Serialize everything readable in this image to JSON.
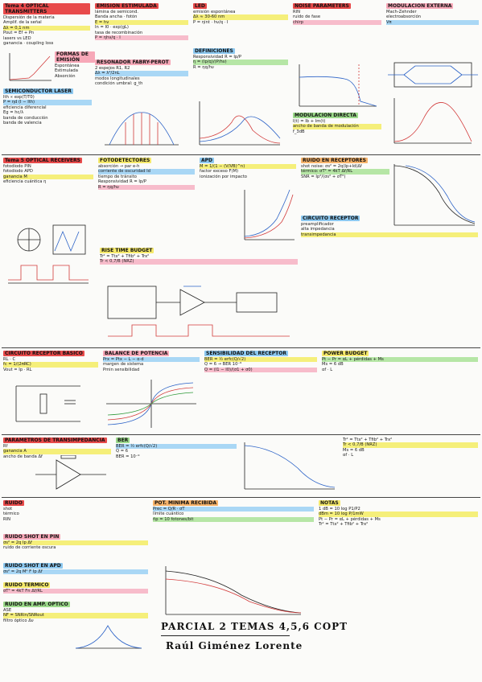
{
  "footer": {
    "line1": "PARCIAL 2 TEMAS 4,5,6 COPT",
    "line2": "Raúl Giménez Lorente"
  },
  "blocks": {
    "b01": {
      "title": "Tema 4 OPTICAL TRANSMITTERS",
      "lines": [
        "Dispersión de la materia",
        "Amplif. de la señal",
        "Δλ = 0,1 nm",
        "Pout = Ef + Pn",
        "lasers vs LED",
        "ganancia · coupling loss"
      ]
    },
    "b02": {
      "title": "EMISIÓN ESTIMULADA",
      "lines": [
        "lámina de semicond.",
        "Banda ancha · fotón",
        "E = hν",
        "In = I0 · exp(gL)",
        "tasa de recombinación",
        "P = ηhν/q · I"
      ]
    },
    "b03": {
      "title": "RESONADOR FABRY-PEROT",
      "lines": [
        "2 espejos R1, R2",
        "Δλ = λ²/2nL",
        "modos longitudinales",
        "condición umbral: g_th"
      ]
    },
    "b04": {
      "title": "SEMICONDUCTOR LASER",
      "lines": [
        "Ith ∝ exp(T/T0)",
        "P = ηd (I − Ith)",
        "eficiencia diferencial"
      ]
    },
    "b05": {
      "title": "BANDAS DE ENERGÍA",
      "lines": [
        "Eg = hc/λ",
        "banda de conducción",
        "banda de valencia"
      ]
    },
    "b06": {
      "title": "DEFINICIONES",
      "lines": [
        "Responsividad R = Ip/P",
        "η = (Ip/q)/(P/hν)",
        "R = ηq/hν"
      ]
    },
    "b07": {
      "title": "FORMAS DE EMISIÓN",
      "lines": [
        "Espontánea",
        "Estimulada",
        "Absorción"
      ]
    },
    "b08": {
      "title": "LED",
      "lines": [
        "emisión espontánea",
        "Δλ ≈ 30-60 nm",
        "P = ηint · hν/q · I"
      ]
    },
    "b09": {
      "title": "NOISE PARAMETERS",
      "lines": [
        "RIN",
        "ruido de fase",
        "chirp"
      ]
    },
    "b10": {
      "title": "Tema 5 OPTICAL RECEIVERS",
      "lines": [
        "fotodiodo PIN",
        "fotodiodo APD",
        "ganancia M",
        "eficiencia cuántica η"
      ]
    },
    "b11": {
      "title": "MODULACIÓN DIRECTA",
      "lines": [
        "I(t) = Ib + Im(t)",
        "ancho de banda de modulación",
        "f_3dB"
      ]
    },
    "b12": {
      "title": "RUIDO EN RECEPTORES",
      "lines": [
        "shot noise: σs² = 2q(Ip+Id)Δf",
        "térmico: σT² = 4kT Δf/RL",
        "SNR = Ip²/(σs² + σT²)"
      ]
    },
    "b13": {
      "title": "MODULACIÓN EXTERNA",
      "lines": [
        "Mach-Zehnder",
        "electroabsorción",
        "Vπ"
      ]
    },
    "b14": {
      "title": "FOTODETECTORES",
      "lines": [
        "absorción → par e-h",
        "corriente de oscuridad Id",
        "tiempo de tránsito"
      ]
    },
    "b15": {
      "title": "CIRCUITO RECEPTOR",
      "lines": [
        "preamplificador",
        "alta impedancia",
        "transimpedancia"
      ]
    },
    "b16": {
      "title": "APD",
      "lines": [
        "M = 1/(1 − (V/VB)^n)",
        "factor exceso F(M)",
        "ionización por impacto"
      ]
    },
    "b17": {
      "title": "CIRCUITO RECEPTOR BÁSICO",
      "lines": [
        "RL · C",
        "fc = 1/(2πRC)",
        "Vout = Ip · RL"
      ]
    },
    "b18": {
      "title": "BALANCE DE POTENCIA",
      "lines": [
        "Prx = Ptx − L − α·d",
        "margen de sistema",
        "Pmin sensibilidad"
      ]
    },
    "b19": {
      "title": "SENSIBILIDAD DEL RECEPTOR",
      "lines": [
        "BER = ½ erfc(Q/√2)",
        "Q = 6 → BER 10⁻⁹",
        "Q = (I1 − I0)/(σ1 + σ0)"
      ]
    },
    "b20": {
      "title": "PARÁMETROS DE TRANSIMPEDANCIA",
      "lines": [
        "Rf",
        "ganancia A",
        "ancho de banda Δf"
      ]
    },
    "b21": {
      "title": "RUIDO",
      "lines": [
        "shot",
        "térmico",
        "RIN"
      ]
    },
    "b22": {
      "title": "RUIDO SHOT EN PIN",
      "lines": [
        "σs² = 2q Ip Δf",
        "ruido de corriente oscura"
      ]
    },
    "b23": {
      "title": "RUIDO SHOT EN APD",
      "lines": [
        "σs² = 2q M² F Ip Δf"
      ]
    },
    "b24": {
      "title": "RUIDO TÉRMICO",
      "lines": [
        "σT² = 4kT Fn Δf/RL"
      ]
    },
    "b25": {
      "title": "RUIDO EN AMP. ÓPTICO",
      "lines": [
        "ASE",
        "NF = SNRin/SNRout",
        "filtro óptico Δν"
      ]
    },
    "b26": {
      "title": "BER",
      "lines": [
        "BER = ½ erfc(Q/√2)",
        "Q = 6",
        "BER = 10⁻⁹"
      ]
    },
    "b27": {
      "title": "POT. MÍNIMA RECIBIDA",
      "lines": [
        "Prec = Q/R · σT",
        "límite cuántico",
        "n̄p = 10 fotones/bit"
      ]
    },
    "b28": {
      "title": "POWER BUDGET",
      "lines": [
        "Pt − Pr = αL + pérdidas + Ms",
        "Ms = 6 dB",
        "αf · L"
      ]
    },
    "b29": {
      "title": "RISE TIME BUDGET",
      "lines": [
        "Tr² = Ttx² + Tfib² + Trx²",
        "Tr < 0,7/B (NRZ)"
      ]
    },
    "b30": {
      "title": "NOTAS",
      "lines": [
        "1 dB = 10 log P1/P2",
        "dBm = 10 log P/1mW"
      ]
    }
  }
}
